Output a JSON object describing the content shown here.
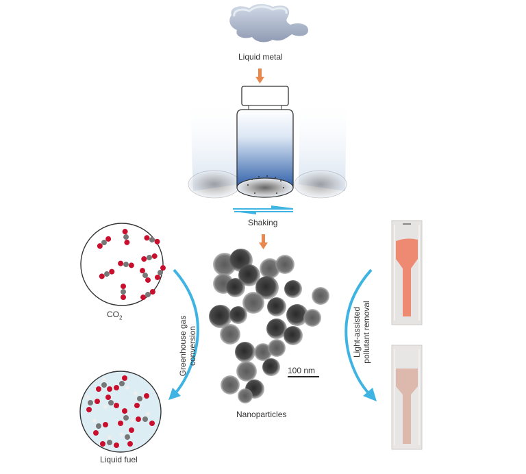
{
  "figure": {
    "type": "schematic",
    "steps": {
      "liquid_metal": "Liquid metal",
      "shaking": "Shaking",
      "nanoparticles": "Nanoparticles"
    },
    "scale_bar": "100 nm",
    "left_branch": {
      "process": [
        "Greenhouse gas",
        "conversion"
      ],
      "input_label": "CO",
      "input_subscript": "2",
      "output_label": "Liquid fuel"
    },
    "right_branch": {
      "process": [
        "Light-assisted",
        "pollutant removal"
      ]
    },
    "colors": {
      "arrow_orange": "#e8884f",
      "arrow_blue": "#3fb4e3",
      "liquid_metal": "#b7c3d8",
      "vial_blue": "#2e5fa8",
      "oxygen_red": "#c8102e",
      "carbon_gray": "#777777",
      "fuel_bg": "#dcedf4",
      "cuvette_before": "#ef8a72",
      "cuvette_after": "#dcb8ad"
    }
  }
}
